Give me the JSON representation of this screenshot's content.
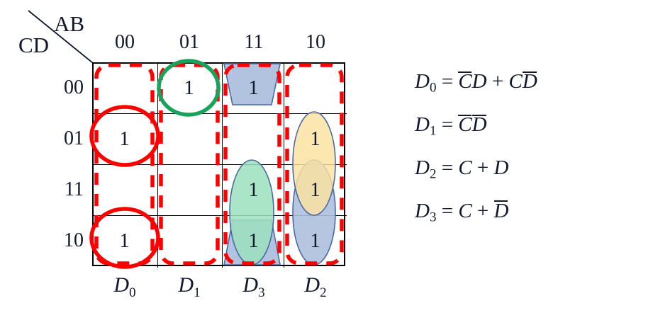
{
  "header": {
    "ab_label": "AB",
    "cd_label": "CD",
    "diagonal_icon": "diagonal-divider-line"
  },
  "kmap": {
    "type": "karnaugh-map",
    "size": "4x4",
    "column_headers": [
      "00",
      "01",
      "11",
      "10"
    ],
    "row_headers": [
      "00",
      "01",
      "11",
      "10"
    ],
    "column_variables": "AB",
    "row_variables": "CD",
    "cells": [
      {
        "row": "00",
        "col": "00",
        "value": ""
      },
      {
        "row": "00",
        "col": "01",
        "value": "1"
      },
      {
        "row": "00",
        "col": "11",
        "value": "1"
      },
      {
        "row": "00",
        "col": "10",
        "value": ""
      },
      {
        "row": "01",
        "col": "00",
        "value": "1"
      },
      {
        "row": "01",
        "col": "01",
        "value": ""
      },
      {
        "row": "01",
        "col": "11",
        "value": ""
      },
      {
        "row": "01",
        "col": "10",
        "value": "1"
      },
      {
        "row": "11",
        "col": "00",
        "value": ""
      },
      {
        "row": "11",
        "col": "01",
        "value": ""
      },
      {
        "row": "11",
        "col": "11",
        "value": "1"
      },
      {
        "row": "11",
        "col": "10",
        "value": "1"
      },
      {
        "row": "10",
        "col": "00",
        "value": "1"
      },
      {
        "row": "10",
        "col": "01",
        "value": ""
      },
      {
        "row": "10",
        "col": "11",
        "value": "1"
      },
      {
        "row": "10",
        "col": "10",
        "value": "1"
      }
    ],
    "bottom_labels": [
      "D0",
      "D1",
      "D3",
      "D2"
    ]
  },
  "groupings": [
    {
      "name": "red-dashed-col-00",
      "color": "#ff0000",
      "style": "dashed",
      "shape": "rounded-rect",
      "column": "00"
    },
    {
      "name": "red-dashed-col-01",
      "color": "#ff0000",
      "style": "dashed",
      "shape": "rounded-rect",
      "column": "01"
    },
    {
      "name": "red-dashed-col-11",
      "color": "#ff0000",
      "style": "dashed",
      "shape": "rounded-rect",
      "column": "11"
    },
    {
      "name": "red-dashed-col-10",
      "color": "#ff0000",
      "style": "dashed",
      "shape": "rounded-rect",
      "column": "10"
    },
    {
      "name": "red-circle-c00-r01",
      "color": "#ff0000",
      "style": "solid",
      "shape": "circle"
    },
    {
      "name": "red-circle-c00-r10",
      "color": "#ff0000",
      "style": "solid",
      "shape": "circle"
    },
    {
      "name": "green-circle-c01-r00",
      "color": "#17a35c",
      "style": "solid",
      "shape": "circle"
    },
    {
      "name": "blue-trapezoid-c11-r00",
      "color": "#aec0de",
      "style": "filled",
      "shape": "trapezoid"
    },
    {
      "name": "blue-trapezoid-c11-r10",
      "color": "#aec0de",
      "style": "filled",
      "shape": "trapezoid"
    },
    {
      "name": "green-ellipse-c11-r11-r10",
      "color": "#9ce0bd",
      "style": "filled",
      "shape": "ellipse"
    },
    {
      "name": "yellow-ellipse-c10-r01-r11",
      "color": "#fbe2a0",
      "style": "filled",
      "shape": "ellipse"
    },
    {
      "name": "blue-ellipse-c10-r11-r10",
      "color": "#aec0de",
      "style": "filled",
      "shape": "ellipse"
    }
  ],
  "equations": [
    {
      "lhs": "D",
      "sub": "0",
      "terms": [
        {
          "var": "C",
          "bar": true
        },
        {
          "var": "D",
          "bar": false
        },
        {
          "op": "+"
        },
        {
          "var": "C",
          "bar": false
        },
        {
          "var": "D",
          "bar": true
        }
      ]
    },
    {
      "lhs": "D",
      "sub": "1",
      "terms": [
        {
          "var": "C",
          "bar": true
        },
        {
          "var": "D",
          "bar": true
        }
      ]
    },
    {
      "lhs": "D",
      "sub": "2",
      "terms": [
        {
          "var": "C",
          "bar": false
        },
        {
          "op": "+"
        },
        {
          "var": "D",
          "bar": false
        }
      ]
    },
    {
      "lhs": "D",
      "sub": "3",
      "terms": [
        {
          "var": "C",
          "bar": false
        },
        {
          "op": "+"
        },
        {
          "var": "D",
          "bar": true
        }
      ]
    }
  ],
  "colors": {
    "grid_line": "#000000",
    "text": "#10182c",
    "red": "#ff0000",
    "green_circle": "#17a35c",
    "blue_fill": "#aec0de",
    "blue_stroke": "#4a6aa5",
    "green_fill": "#9ce0bd",
    "yellow_fill": "#fbe2a0",
    "dark_red_stroke": "#9b2335"
  }
}
